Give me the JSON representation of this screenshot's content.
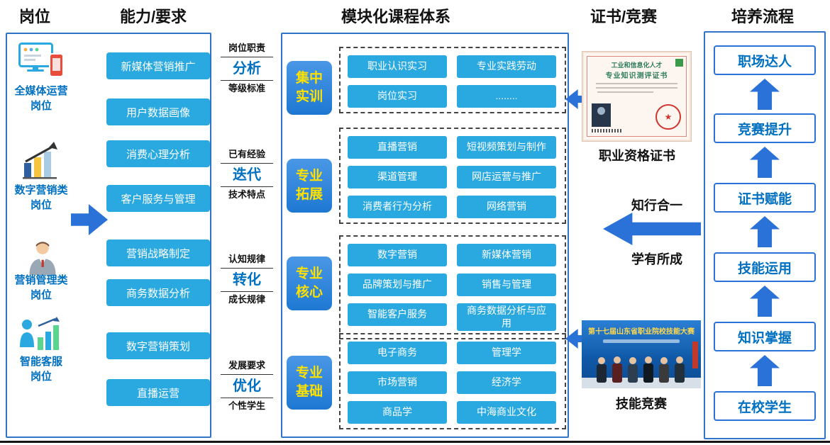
{
  "headers": {
    "positions": "岗位",
    "abilities": "能力/要求",
    "curriculum": "模块化课程体系",
    "certificates": "证书/竞赛",
    "flow": "培养流程"
  },
  "positions": [
    {
      "line1": "全媒体运营",
      "line2": "岗位",
      "icon": "monitor-icon"
    },
    {
      "line1": "数字营销类",
      "line2": "岗位",
      "icon": "bar-chart-arrow-icon"
    },
    {
      "line1": "营销管理类",
      "line2": "岗位",
      "icon": "manager-person-icon"
    },
    {
      "line1": "智能客服",
      "line2": "岗位",
      "icon": "person-bars-icon"
    }
  ],
  "abilities": [
    "新媒体营销推广",
    "用户数据画像",
    "消费心理分析",
    "客户服务与管理",
    "营销战略制定",
    "商务数据分析",
    "数字营销策划",
    "直播运营"
  ],
  "transforms": [
    {
      "top": "岗位职责",
      "mid": "分析",
      "bottom": "等级标准"
    },
    {
      "top": "已有经验",
      "mid": "迭代",
      "bottom": "技术特点"
    },
    {
      "top": "认知规律",
      "mid": "转化",
      "bottom": "成长规律"
    },
    {
      "top": "发展要求",
      "mid": "优化",
      "bottom": "个性学生"
    }
  ],
  "modules": [
    {
      "name": "集中实训",
      "courses": [
        "职业认识实习",
        "专业实践劳动",
        "岗位实习",
        "........"
      ]
    },
    {
      "name": "专业拓展",
      "courses": [
        "直播营销",
        "短视频策划与制作",
        "渠道管理",
        "网店运营与推广",
        "消费者行为分析",
        "网络营销"
      ]
    },
    {
      "name": "专业核心",
      "courses": [
        "数字营销",
        "新媒体营销",
        "品牌策划与推广",
        "销售与管理",
        "智能客户服务",
        "商务数据分析与应用"
      ]
    },
    {
      "name": "专业基础",
      "courses": [
        "电子商务",
        "管理学",
        "市场营销",
        "经济学",
        "商品学",
        "中海商业文化"
      ]
    }
  ],
  "certificate": {
    "title_line1": "工业和信息化人才",
    "title_line2": "专业知识测评证书",
    "label": "职业资格证书"
  },
  "right_flow": {
    "arrow_top": "知行合一",
    "arrow_bottom": "学有所成"
  },
  "competition": {
    "banner": "第十七届山东省职业院校技能大赛",
    "label": "技能竞赛"
  },
  "pipeline": [
    "职场达人",
    "竞赛提升",
    "证书赋能",
    "技能运用",
    "知识掌握",
    "在校学生"
  ],
  "colors": {
    "cyan": "#29a9e0",
    "pillblue": "#1e78d2",
    "arrowblue": "#2a72d8",
    "boxborder": "#2e75c8",
    "postext": "#0070c0",
    "pillyellow": "#ffe100"
  }
}
